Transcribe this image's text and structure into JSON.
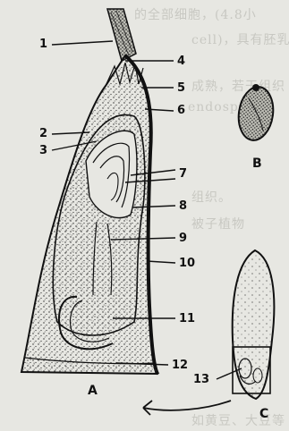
{
  "diagram": {
    "callouts": [
      "1",
      "2",
      "3",
      "4",
      "5",
      "6",
      "7",
      "8",
      "9",
      "10",
      "11",
      "12",
      "13"
    ],
    "panels": {
      "a": "A",
      "b": "B",
      "c": "C"
    },
    "bleed_through": [
      "的全部细胞，(4.8小",
      "cell)，具有胚乳的",
      "成熟，若干组织",
      "endosperm",
      "组织。",
      "被子植物",
      "如黄豆、大豆等"
    ]
  }
}
